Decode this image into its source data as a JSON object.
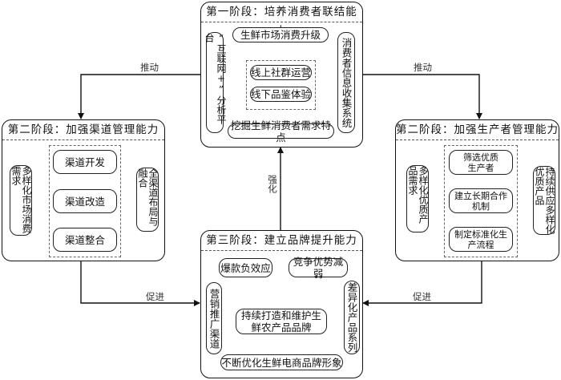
{
  "stage1": {
    "title": "第一阶段：培养消费者联结能力",
    "top_node": "生鲜市场消费升级",
    "left_side": "“互联网+”分析平台",
    "right_side": "消费者信息收集系统",
    "center_nodes": [
      "线上社群运营",
      "线下品鉴体验"
    ],
    "bottom_node": "挖掘生鲜消费者需求特点"
  },
  "stage2_channel": {
    "title": "第二阶段：加强渠道管理能力",
    "left_side": "多样化市场消费需求",
    "center_nodes": [
      "渠道开发",
      "渠道改造",
      "渠道整合"
    ],
    "right_side": "全渠道布局与融合"
  },
  "stage2_producer": {
    "title": "第二阶段：加强生产者管理能力",
    "left_side": "多样化优质产品需求",
    "center_nodes": [
      "筛选优质生产者",
      "建立长期合作机制",
      "制定标准化生产流程"
    ],
    "right_side": "持续供应多样化优质产品"
  },
  "stage3": {
    "title": "第三阶段：建立品牌提升能力",
    "top_nodes": [
      "爆款负效应",
      "竞争优势减弱"
    ],
    "left_side": "营销推广渠道",
    "right_side": "差异化产品系列",
    "center_node": "持续打造和维护生鲜农产品品牌",
    "bottom_node": "不断优化生鲜电商品牌形象"
  },
  "connectors": {
    "push_left": "推动",
    "push_right": "推动",
    "promote_left": "促进",
    "promote_right": "促进",
    "strengthen": "强化"
  }
}
